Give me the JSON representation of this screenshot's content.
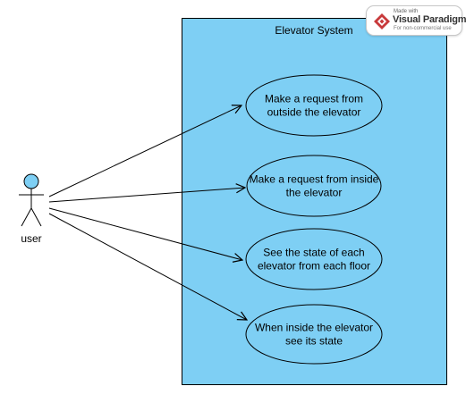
{
  "system": {
    "title": "Elevator System",
    "fill": "#7ecff4",
    "stroke": "#000000"
  },
  "actor": {
    "name": "user",
    "head_fill": "#7ecff4"
  },
  "use_cases": [
    {
      "lines": [
        "Make a request from",
        "outside the elevator"
      ]
    },
    {
      "lines": [
        "Make a request from inside",
        "the elevator"
      ]
    },
    {
      "lines": [
        "See the state of each",
        "elevator from each floor"
      ]
    },
    {
      "lines": [
        "When inside the elevator",
        "see its state"
      ]
    }
  ],
  "associations": [
    {
      "from": "user",
      "to": 0
    },
    {
      "from": "user",
      "to": 1
    },
    {
      "from": "user",
      "to": 2
    },
    {
      "from": "user",
      "to": 3
    }
  ],
  "watermark": {
    "made_with": "Made with",
    "brand": "Visual Paradigm",
    "note": "For non-commercial use",
    "brand_color": "#c8393b"
  }
}
